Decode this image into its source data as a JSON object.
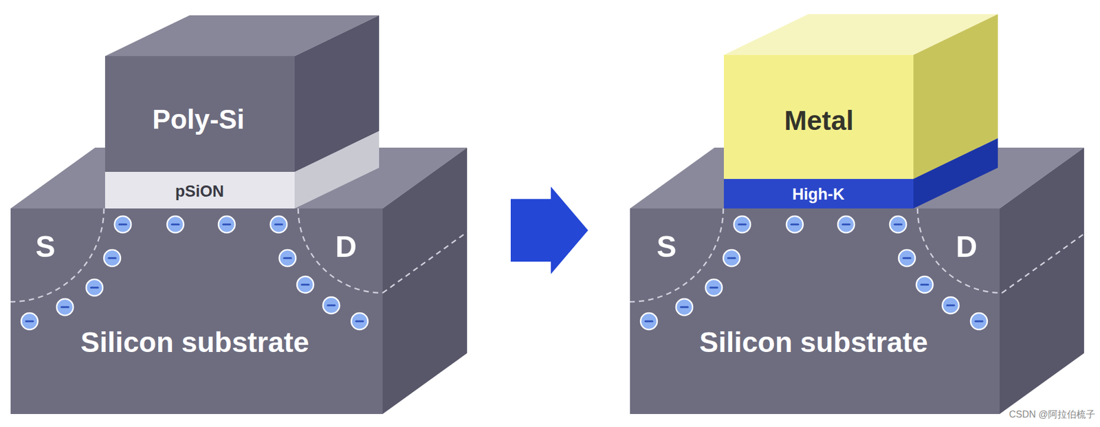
{
  "diagram": {
    "nodes": [
      {
        "text": [
          "Poly-Si"
        ]
      },
      {
        "text": [
          "pSiON"
        ]
      },
      {
        "text": [
          "S",
          "D",
          "Silicon substrate"
        ]
      },
      {
        "text": [
          "Metal"
        ]
      },
      {
        "text": [
          "High-K"
        ]
      },
      {
        "text": [
          "S",
          "D",
          "Silicon substrate"
        ]
      }
    ],
    "edges": [
      {
        "from": 2,
        "to": 5,
        "arrow": "to"
      }
    ],
    "labels": [
      "CSDN @阿拉伯梳子"
    ]
  }
}
